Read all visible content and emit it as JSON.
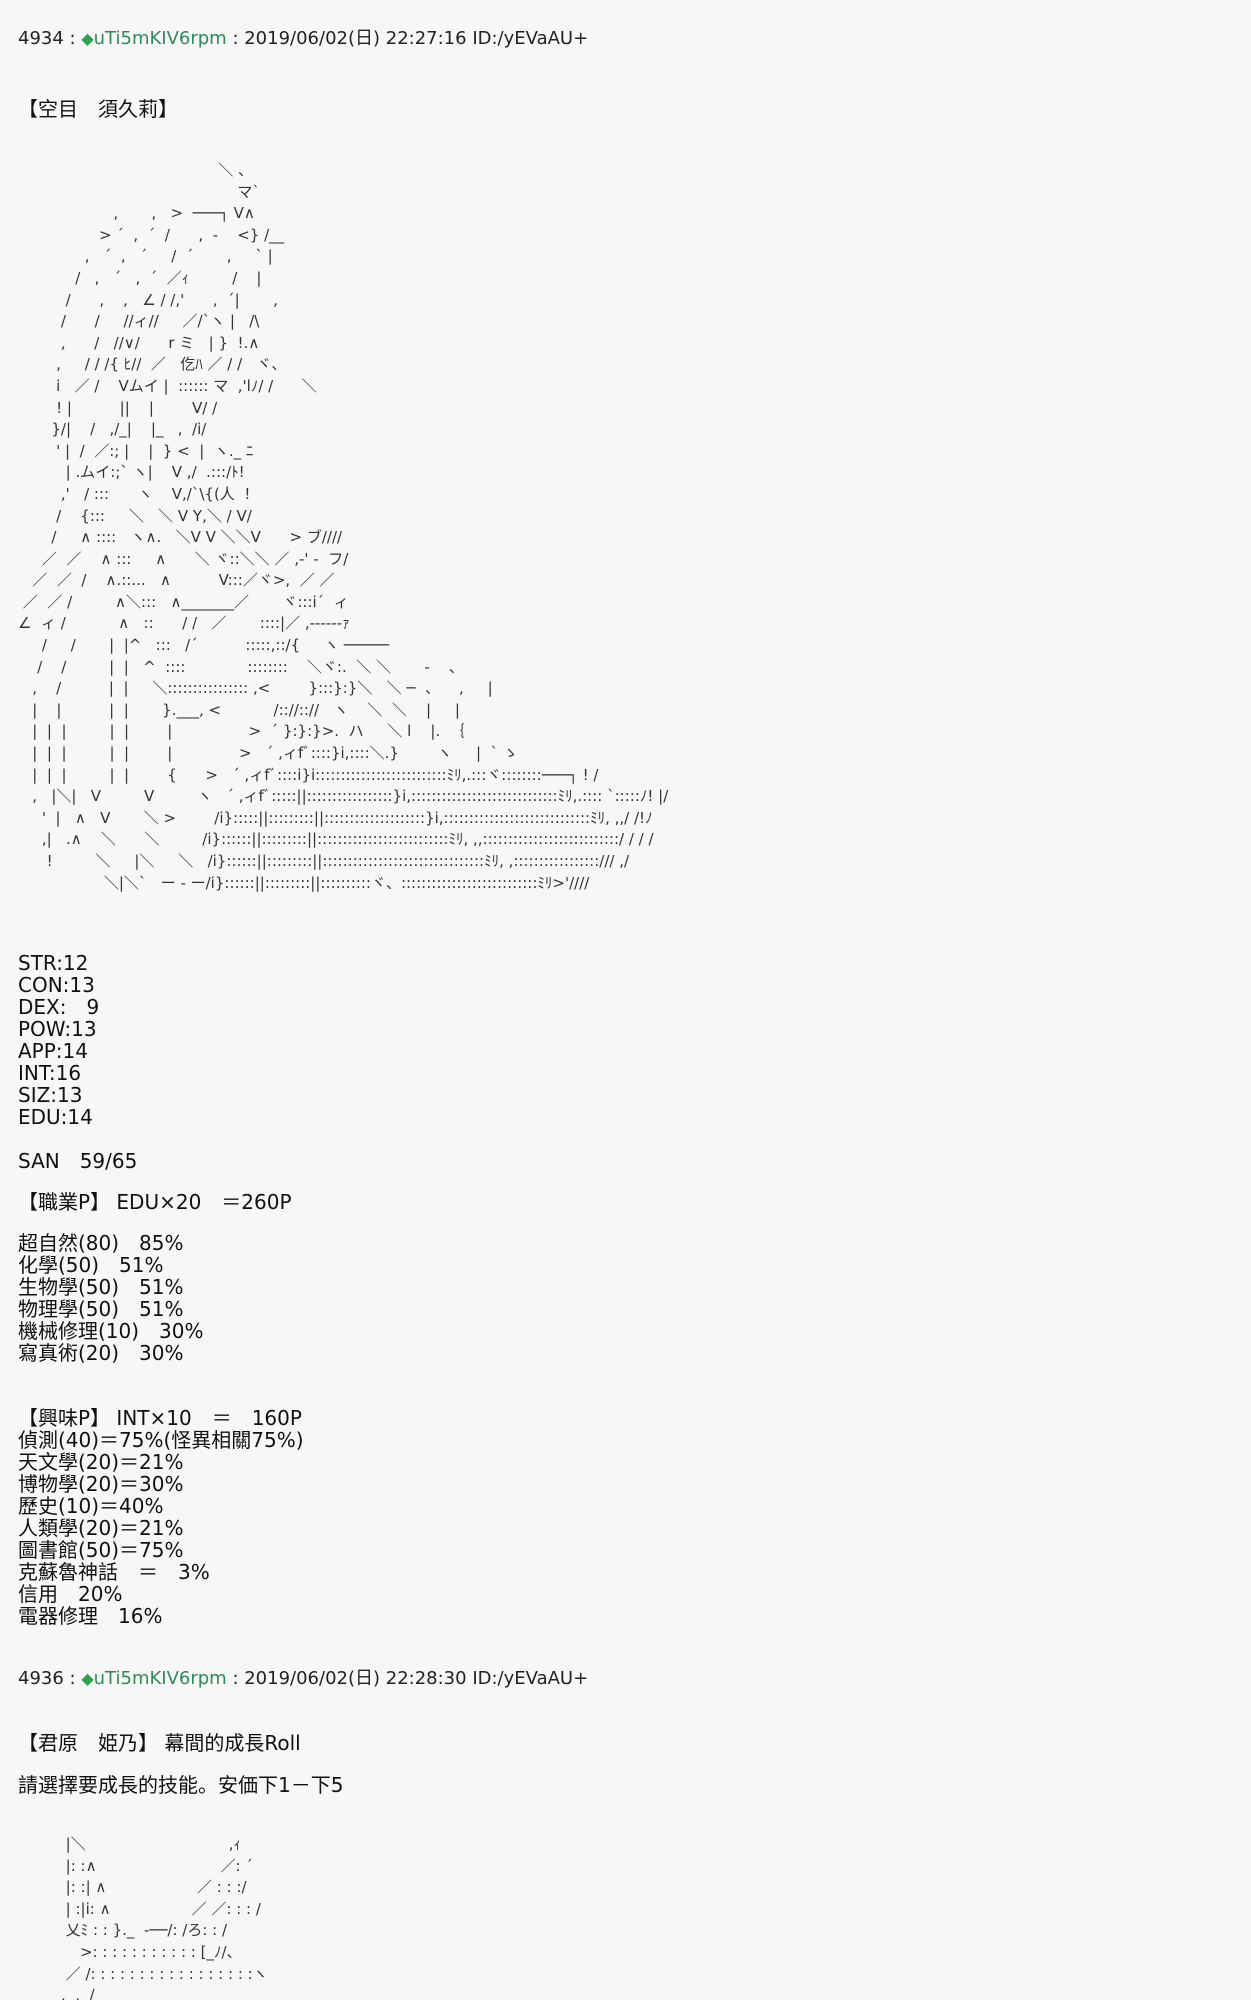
{
  "posts": [
    {
      "number": "4934",
      "trip": "uTi5mKIV6rpm",
      "datetime": "2019/06/02(日) 22:27:16",
      "id": "ID:/yEVaAU+",
      "title": "【空目　須久莉】",
      "art": "                                          ＼ 、\n                                              マ`\n                    ,       ,   >  ───┐ V∧\n                 > ´  ,  ´  /      ,  -    <} /__\n              ,   ´  ,   ´     /  ´       ,     ` |\n            /   ,   ´   ,  ´  ／ｨ         /    |\n          /      ,    ,   ∠ / /,'      ,  ´|       ,\n         /      /     //ィ//     ／/`ヽ |   /\\\n         ,      /   //∨/      r ミ   | }  !.∧\n        ,     / / /{ ﾋ//  ／   仡ﾊ ／ / /   ヾ、\n        i   ／ /    Vムイ |  :::::: マ  ,'lﾉ/ /      ＼\n        ! |          ||    |        V/ /\n       }/|    /   ,/_|    |_   ,  /i/\n        ' |  /  ／:; |    |  } <  |  ヽ._ ﾆ\n          | .ムイ:;` ヽ|    V ,/  .:::/ﾄ!\n         ,'   / :::      ヽ    V,/`\\{(人  !\n        /    {:::     ＼   ＼ V Y,＼ / V/\n       /     ∧ ::::   ヽ∧.   ＼V V ＼＼V      > ブ////\n     ／  ／    ∧ :::     ∧      ＼ ヾ::＼＼ ／ ,-' -  フ/\n   ／  ／  /    ∧.::...   ∧          V:::／ヾ>,  ／ ／\n ／  ／ /         ∧＼:::   ∧_______／       ヾ:::i´  ィ\n∠  ィ /           ∧   ::      / /   ／       ::::|／ ,------ｧ\n     /     /       |  |^   :::   /´          :::::,::/{     ヽ ─────\n    /    /         |  |   ^  ::::             ::::::::    ＼ヾ:.  ＼ ＼       -    、\n   ,    /          |  |     ＼:::::::::::::::: ,<        }:::}:}＼   ＼ ─  、    ,     |\n   |    |          |  |       }.___, <           /:://:://   ヽ    ＼  ＼    |     |\n   |  |  |         |  |        |                >  ´ }:}:}>.  ハ     ＼ l    |.  ｛\n   |  |  |         |  |        |              >   ´ ,ィfﾞ::::}i,::::＼.}        ヽ     |  ` ゝ\n   |  |  |         |  |        {      >   ´ ,ィfﾞ::::i}i::::::::::::::::::::::::::ﾐﾘ,.:::ヾ::::::::───┐ ! /\n   ,   |＼|   V         V         ヽ   ´ ,ィfﾞ:::::||:::::::::::::::::}i,:::::::::::::::::::::::::::::ﾐﾘ,.:::: `:::::ﾉ! |/\n     '  |   ∧   V       ＼ >        /i}:::::||:::::::::||::::::::::::::::::::}i,:::::::::::::::::::::::::::::ﾐﾘ, ,,/ /!ﾉ\n     ,|   .∧    ＼      ＼         /i}::::::||:::::::::||::::::::::::::::::::::::::ﾐﾘ, ,,:::::::::::::::::::::::::::/ / / /\n      !         ＼     |＼     ＼   /i}::::::||:::::::::||::::::::::::::::::::::::::::::::ﾐﾘ, ,:::::::::::::::::/// ,/\n                  ＼|＼`   ー - ー/i}::::::||:::::::::||::::::::::ヾ、:::::::::::::::::::::::::::ﾐﾘ>'////",
      "stats": [
        "STR:12",
        "CON:13",
        "DEX:　9",
        "POW:13",
        "APP:14",
        "INT:16",
        "SIZ:13",
        "EDU:14"
      ],
      "san": "SAN　59/65",
      "occupation_header": "【職業P】 EDU×20　＝260P",
      "occupation_skills": [
        "超自然(80)　85%",
        "化學(50)　51%",
        "生物學(50)　51%",
        "物理學(50)　51%",
        "機械修理(10)　30%",
        "寫真術(20)　30%"
      ],
      "hobby_header": "【興味P】 INT×10　＝　160P",
      "hobby_skills": [
        "偵測(40)＝75%(怪異相關75%)",
        "天文學(20)＝21%",
        "博物學(20)＝30%",
        "歷史(10)＝40%",
        "人類學(20)＝21%",
        "圖書館(50)＝75%",
        "克蘇魯神話　＝　3%",
        "信用　20%",
        "電器修理　16%"
      ]
    },
    {
      "number": "4936",
      "trip": "uTi5mKIV6rpm",
      "datetime": "2019/06/02(日) 22:28:30",
      "id": "ID:/yEVaAU+",
      "title": "【君原　姫乃】 幕間的成長Roll",
      "line": "請選擇要成長的技能。安価下1－下5",
      "art": "          |＼                              ,ｨ\n          |: :∧                          ／: ´\n          |: :| ∧                   ／ : : :/\n          | :|i: ∧                 ／ ／: : : /\n          乂ﾐ : : }._  -──/: /ろ: : /\n             >: : : : : : : : : : : [_ﾉ/、\n          ／ /: : : : : : : : : : : : : : : : :ヽ\n         ,  ,  /"
    }
  ]
}
